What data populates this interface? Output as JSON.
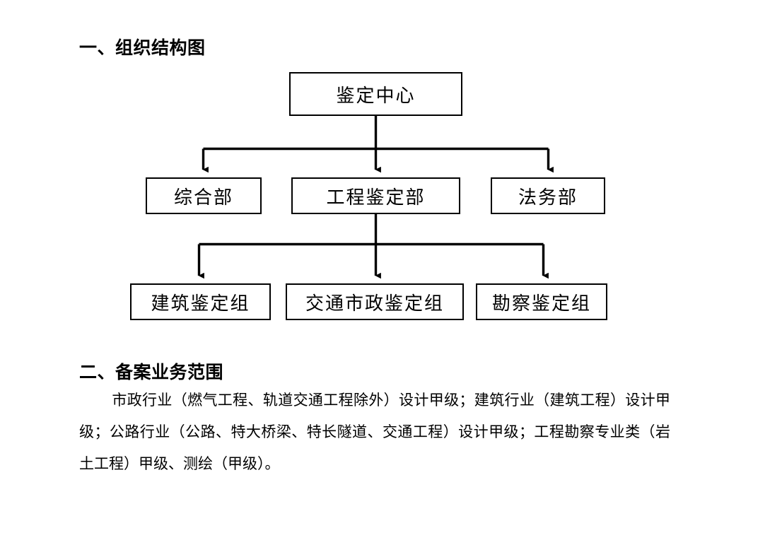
{
  "document": {
    "background_color": "#ffffff",
    "text_color": "#000000"
  },
  "sections": [
    {
      "number": "一、",
      "title": "一、组织结构图"
    },
    {
      "number": "二、",
      "title": "二、备案业务范围"
    }
  ],
  "headings": {
    "section_1": "一、组织结构图",
    "section_2": "二、备案业务范围"
  },
  "org_chart": {
    "border_color": "#000000",
    "box_fill": "#ffffff",
    "connector_color": "#000000",
    "levels": [
      {
        "level": 1,
        "nodes": [
          {
            "id": "center",
            "label": "鉴定中心"
          }
        ]
      },
      {
        "level": 2,
        "nodes": [
          {
            "id": "general",
            "label": "综合部"
          },
          {
            "id": "engineering",
            "label": "工程鉴定部"
          },
          {
            "id": "legal",
            "label": "法务部"
          }
        ]
      },
      {
        "level": 3,
        "nodes": [
          {
            "id": "building",
            "label": "建筑鉴定组"
          },
          {
            "id": "traffic",
            "label": "交通市政鉴定组"
          },
          {
            "id": "survey",
            "label": "勘察鉴定组"
          }
        ]
      }
    ]
  },
  "business_scope": {
    "paragraph": "市政行业（燃气工程、轨道交通工程除外）设计甲级；建筑行业（建筑工程）设计甲级；公路行业（公路、特大桥梁、特长隧道、交通工程）设计甲级；工程勘察专业类（岩土工程）甲级、测绘（甲级）。",
    "lines": [
      "市政行业（燃气工程、轨道交通工程除外）设计甲级；建筑行业（建筑工程）",
      "设计甲级；公路行业（公路、特大桥梁、特长隧道、交通工程）设计甲级；工程",
      "勘察专业类（岩土工程）甲级、测绘（甲级）。"
    ]
  }
}
